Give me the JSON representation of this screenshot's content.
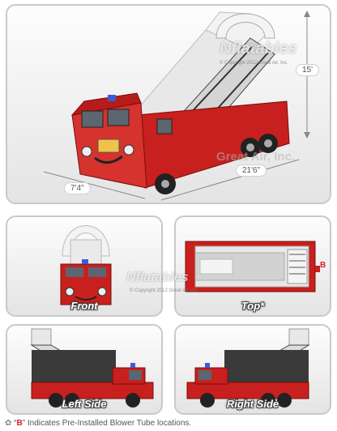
{
  "main_view": {
    "dimensions": {
      "height": "15'",
      "length": "21'6\"",
      "width": "7'4\""
    },
    "watermark_brand": "Nflatables",
    "watermark_copyright": "© Copyright 2012 Great Air, Inc.",
    "watermark_company": "Great Air, Inc."
  },
  "views": [
    {
      "label": "Front"
    },
    {
      "label": "Top*",
      "marker": "B"
    },
    {
      "label": "Left Side"
    },
    {
      "label": "Right Side"
    }
  ],
  "center_watermark": {
    "brand": "Nflatables",
    "copyright": "© Copyright 2012 Great Air, Inc."
  },
  "footnote": {
    "icon": "gear-icon",
    "quote_open": "“",
    "marker": "B",
    "quote_close": "”",
    "text": " Indicates Pre-Installed Blower Tube locations."
  },
  "colors": {
    "truck_red": "#c8201e",
    "marker_red": "#d62020"
  }
}
